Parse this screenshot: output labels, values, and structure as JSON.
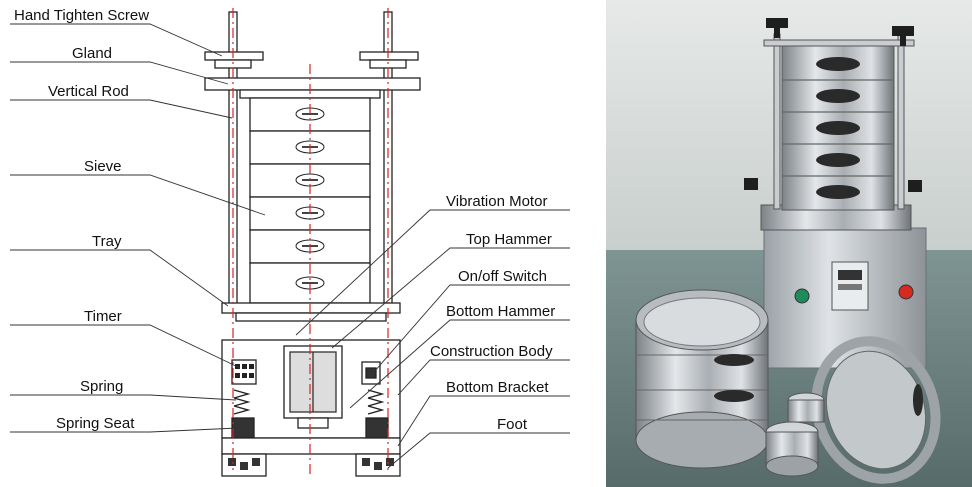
{
  "diagram": {
    "labels_left": [
      "Hand Tighten Screw",
      "Gland",
      "Vertical Rod",
      "Sieve",
      "Tray",
      "Timer",
      "Spring",
      "Spring Seat"
    ],
    "labels_right": [
      "Vibration Motor",
      "Top Hammer",
      "On/off Switch",
      "Bottom Hammer",
      "Construction Body",
      "Bottom Bracket",
      "Foot"
    ]
  },
  "photo": {
    "colors": {
      "wall": "#dfe3e1",
      "floor": "#6f8583",
      "steel": "#b9bec2",
      "knob": "#1e1e1e",
      "switch_green": "#1f8a5a",
      "switch_red": "#d52a1f"
    }
  }
}
